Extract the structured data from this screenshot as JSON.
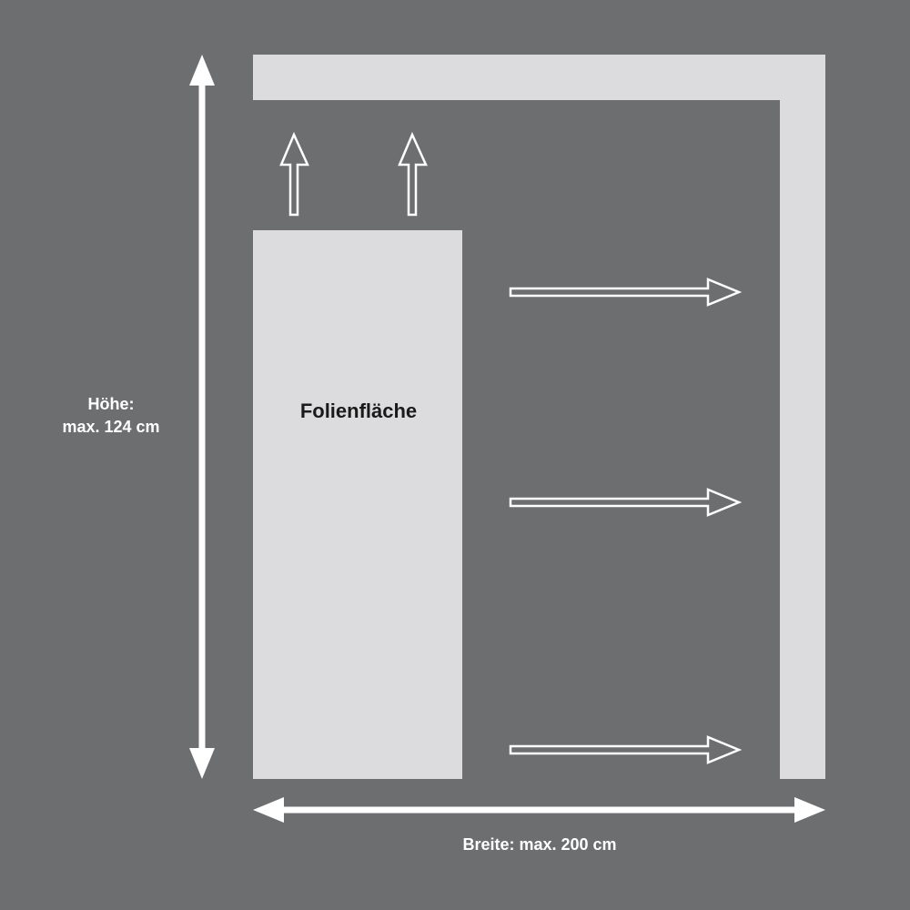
{
  "labels": {
    "height_title": "Höhe:",
    "height_value": "max. 124 cm",
    "area_label": "Folienfläche",
    "width_label": "Breite: max. 200 cm"
  },
  "colors": {
    "background": "#6d6e70",
    "panel": "#dcdcde",
    "arrow": "#ffffff",
    "area_text": "#1a1a1a"
  }
}
